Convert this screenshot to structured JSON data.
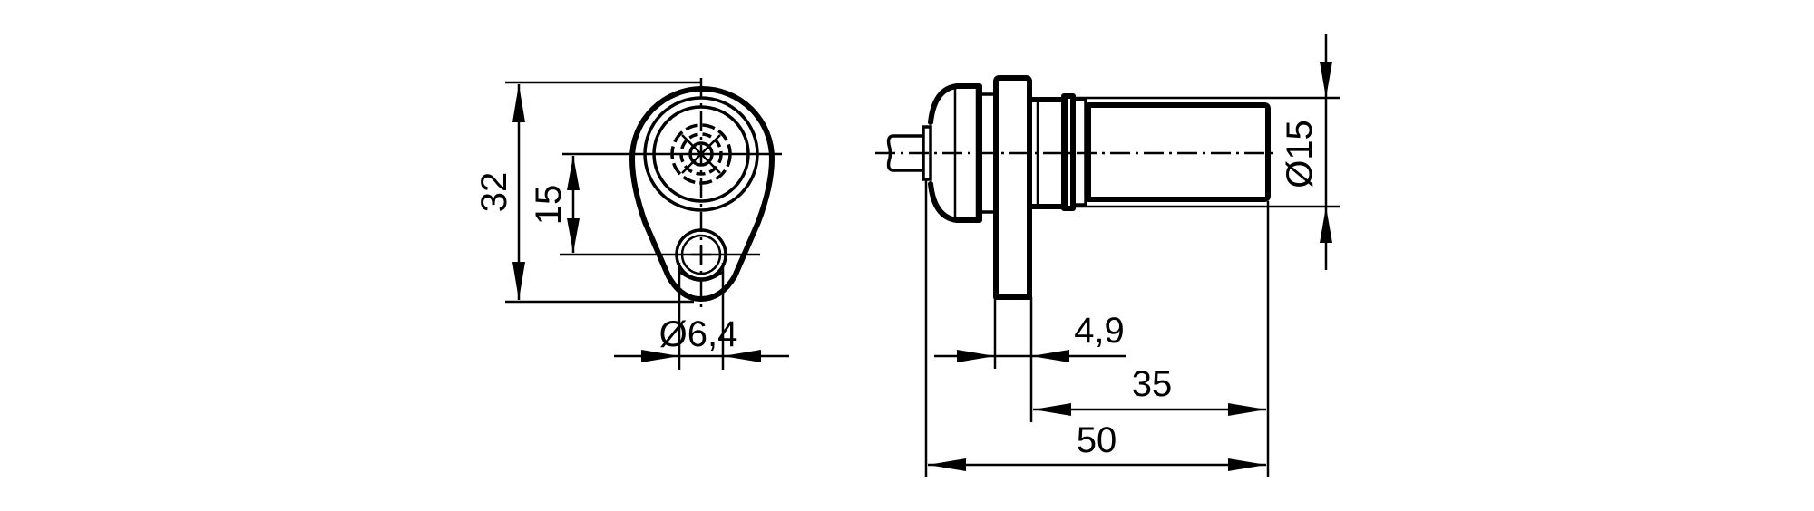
{
  "drawing": {
    "type": "technical dimension drawing",
    "units": "mm",
    "stroke_color": "#000000",
    "background": "#ffffff"
  },
  "front_view": {
    "dimensions": {
      "overall_height": "32",
      "hole_spacing": "15",
      "hole_diameter": "Ø6,4"
    }
  },
  "side_view": {
    "dimensions": {
      "barrel_diameter": "Ø15",
      "flange_thickness": "4,9",
      "barrel_length": "35",
      "overall_length": "50"
    }
  }
}
